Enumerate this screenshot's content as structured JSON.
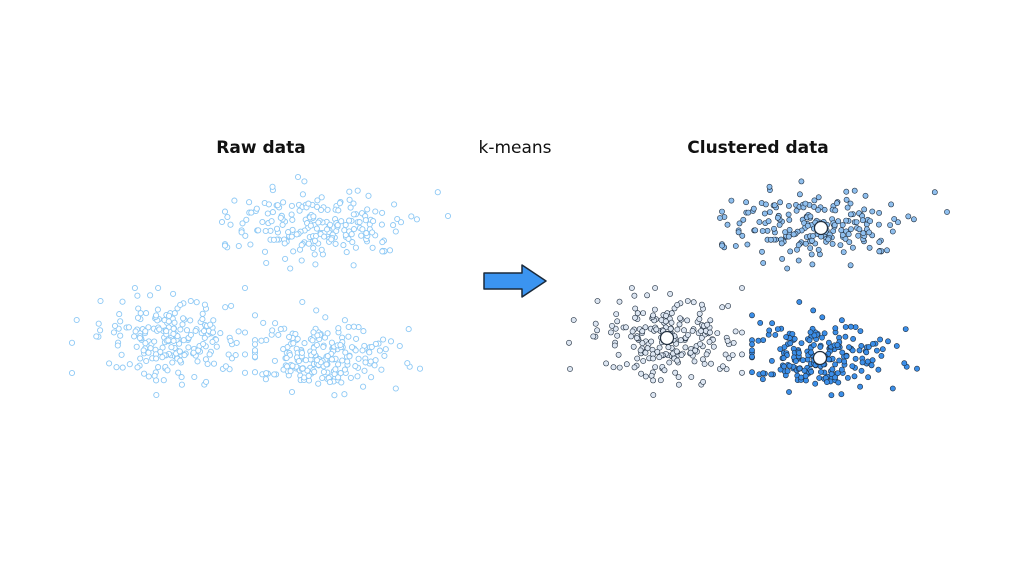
{
  "panels": {
    "raw_title": "Raw data",
    "method_label": "k-means",
    "clustered_title": "Clustered data"
  },
  "colors": {
    "background": "#ffffff",
    "raw_point_fill": "#ffffff",
    "raw_point_stroke": "#8ec9f5",
    "cluster_top": "#8fbfee",
    "cluster_left": "#dde6f2",
    "cluster_right": "#3b8ee8",
    "point_stroke_dark": "#1f2d3d",
    "arrow_fill": "#3b94f0",
    "arrow_stroke": "#1b2a3a",
    "centroid_fill": "#ffffff"
  },
  "icons": {
    "transition": "right-arrow-icon"
  }
}
